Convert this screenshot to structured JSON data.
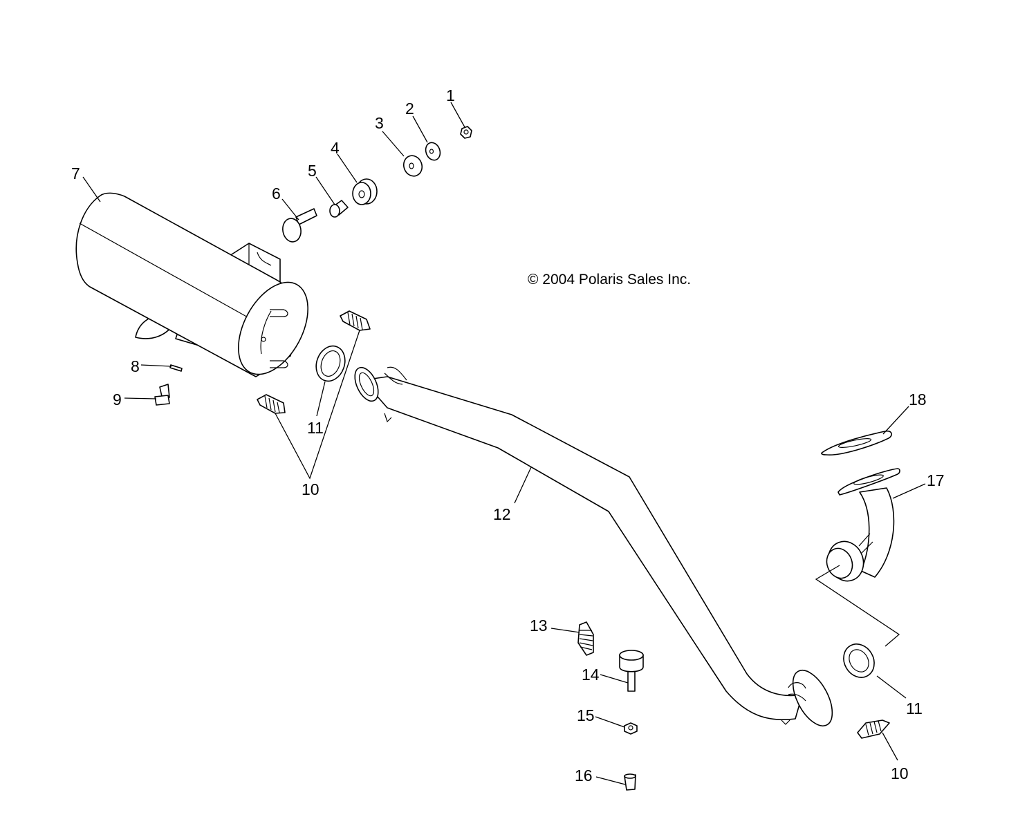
{
  "diagram": {
    "title": "Exhaust System Exploded View",
    "copyright": "© 2004 Polaris Sales Inc.",
    "line_color": "#000000",
    "background_color": "#ffffff",
    "callouts": [
      {
        "id": "c1",
        "label": "1",
        "part": "nut"
      },
      {
        "id": "c2",
        "label": "2",
        "part": "washer"
      },
      {
        "id": "c3",
        "label": "3",
        "part": "washer"
      },
      {
        "id": "c4",
        "label": "4",
        "part": "grommet"
      },
      {
        "id": "c5",
        "label": "5",
        "part": "bushing"
      },
      {
        "id": "c6",
        "label": "6",
        "part": "bolt"
      },
      {
        "id": "c7",
        "label": "7",
        "part": "muffler"
      },
      {
        "id": "c8",
        "label": "8",
        "part": "rivet"
      },
      {
        "id": "c9",
        "label": "9",
        "part": "spark-arrestor-plug"
      },
      {
        "id": "c10a",
        "label": "10",
        "part": "spring"
      },
      {
        "id": "c10b",
        "label": "10",
        "part": "spring"
      },
      {
        "id": "c11a",
        "label": "11",
        "part": "seal"
      },
      {
        "id": "c11b",
        "label": "11",
        "part": "seal"
      },
      {
        "id": "c12",
        "label": "12",
        "part": "head-pipe"
      },
      {
        "id": "c13",
        "label": "13",
        "part": "spring"
      },
      {
        "id": "c14",
        "label": "14",
        "part": "bumper-bolt"
      },
      {
        "id": "c15",
        "label": "15",
        "part": "nut"
      },
      {
        "id": "c16",
        "label": "16",
        "part": "fitting"
      },
      {
        "id": "c17",
        "label": "17",
        "part": "exhaust-elbow"
      },
      {
        "id": "c18",
        "label": "18",
        "part": "gasket"
      }
    ]
  }
}
